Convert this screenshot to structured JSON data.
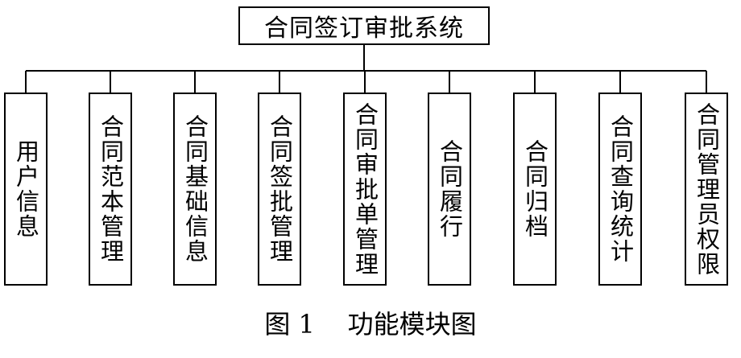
{
  "root": {
    "label": "合同签订审批系统"
  },
  "modules": [
    {
      "label": "用户信息"
    },
    {
      "label": "合同范本管理"
    },
    {
      "label": "合同基础信息"
    },
    {
      "label": "合同签批管理"
    },
    {
      "label": "合同审批单管理"
    },
    {
      "label": "合同履行"
    },
    {
      "label": "合同归档"
    },
    {
      "label": "合同查询统计"
    },
    {
      "label": "合同管理员权限"
    }
  ],
  "caption": "图 1    功能模块图"
}
